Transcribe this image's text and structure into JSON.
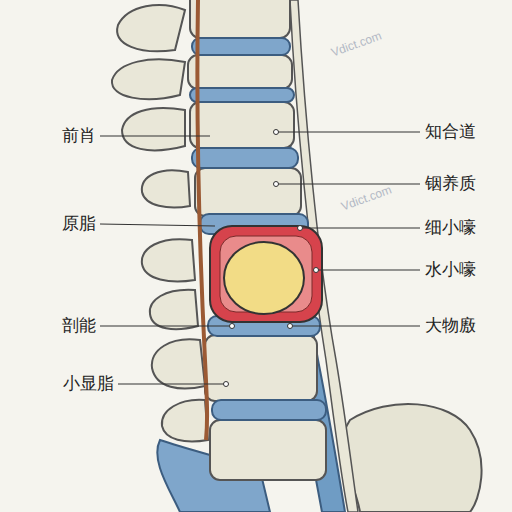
{
  "diagram": {
    "labels": [
      "前肖",
      "原脂",
      "剖能",
      "小显脂",
      "知合道",
      "铟养质",
      "细小嚎",
      "水小嚎",
      "大物廒",
      "Vdict.com",
      "Vdict.com"
    ]
  }
}
